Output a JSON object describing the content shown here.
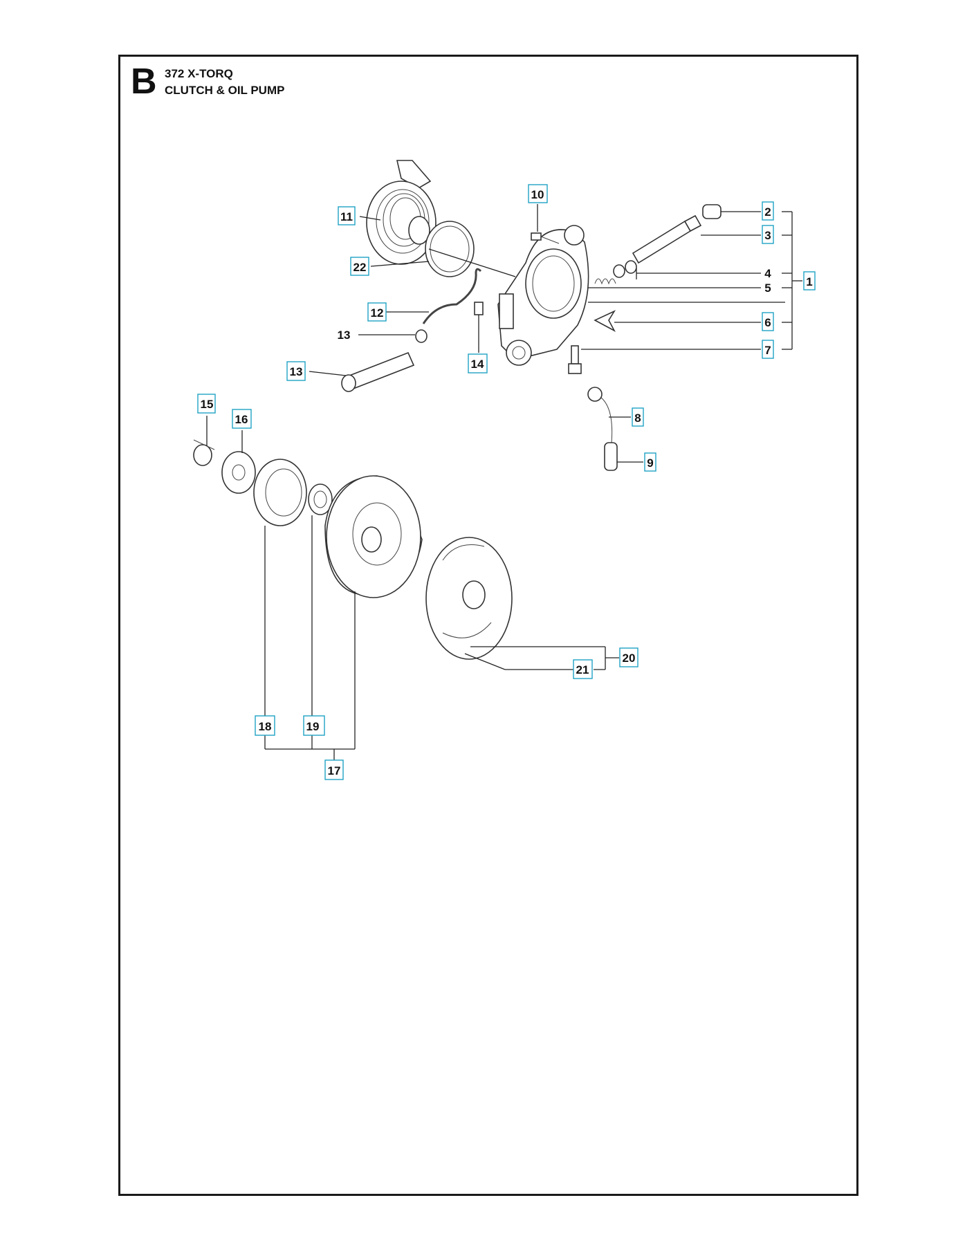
{
  "header": {
    "section_letter": "B",
    "model": "372 X-TORQ",
    "subtitle": "CLUTCH & OIL PUMP"
  },
  "colors": {
    "frame": "#1a1a1a",
    "label_box_border": "#1fa2c4",
    "linework": "#333333"
  },
  "callouts": {
    "c1": "1",
    "c2": "2",
    "c3": "3",
    "c4": "4",
    "c5": "5",
    "c6": "6",
    "c7": "7",
    "c8": "8",
    "c9": "9",
    "c10": "10",
    "c11": "11",
    "c12": "12",
    "c13a": "13",
    "c13b": "13",
    "c14": "14",
    "c15": "15",
    "c16": "16",
    "c17": "17",
    "c18": "18",
    "c19": "19",
    "c20": "20",
    "c21": "21",
    "c22": "22"
  }
}
